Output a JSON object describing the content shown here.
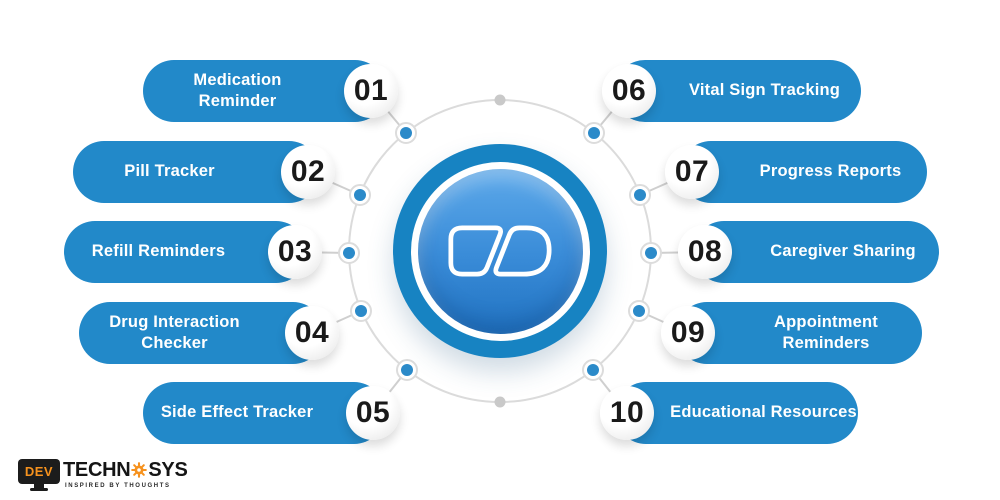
{
  "features": [
    {
      "number": "01",
      "label": "Medication\nReminder",
      "side": "left"
    },
    {
      "number": "02",
      "label": "Pill Tracker",
      "side": "left"
    },
    {
      "number": "03",
      "label": "Refill Reminders",
      "side": "left"
    },
    {
      "number": "04",
      "label": "Drug Interaction\nChecker",
      "side": "left"
    },
    {
      "number": "05",
      "label": "Side Effect Tracker",
      "side": "left"
    },
    {
      "number": "06",
      "label": "Vital Sign Tracking",
      "side": "right"
    },
    {
      "number": "07",
      "label": "Progress Reports",
      "side": "right"
    },
    {
      "number": "08",
      "label": "Caregiver Sharing",
      "side": "right"
    },
    {
      "number": "09",
      "label": "Appointment\nReminders",
      "side": "right"
    },
    {
      "number": "10",
      "label": "Educational Resources",
      "side": "right"
    }
  ],
  "center": {
    "icon": "capsule-pill-icon"
  },
  "brand": {
    "monitor_text": "DEV",
    "name_part1": "TECHN",
    "name_part2": "SYS",
    "tagline": "INSPIRED BY THOUGHTS"
  },
  "colors": {
    "pill_blue": "#2289c9",
    "emblem_ring": "#1783c2",
    "emblem_core_top": "#5da9ea",
    "emblem_core_bottom": "#2173c2",
    "dot_blue": "#2b8ac9",
    "ring_gray": "#dbdbdb",
    "line_gray": "#cfcfcf",
    "number_color": "#1a1a1a",
    "accent_orange": "#f6921e"
  }
}
